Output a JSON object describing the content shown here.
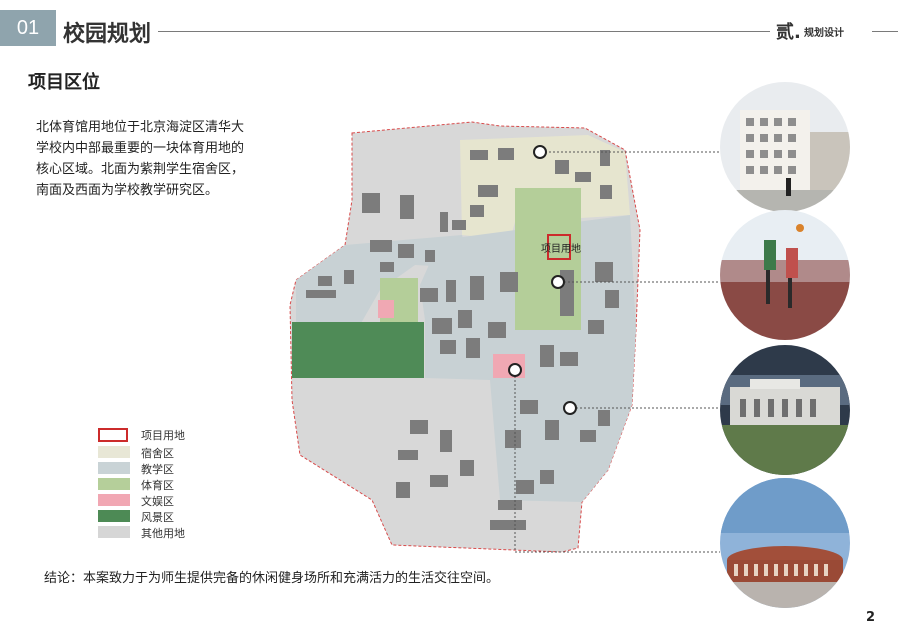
{
  "header": {
    "chapter_number": "01",
    "chapter_title": "校园规划",
    "section_mark": "贰.",
    "section_title": "规划设计"
  },
  "section": {
    "title": "项目区位",
    "description": "北体育馆用地位于北京海淀区清华大学校内中部最重要的一块体育用地的核心区域。北面为紫荆学生宿舍区，南面及西面为学校教学研究区。"
  },
  "map": {
    "project_label": "项目用地"
  },
  "legend": [
    {
      "label": "项目用地",
      "color": "#cc2b2b",
      "style": "outline"
    },
    {
      "label": "宿舍区",
      "color": "#e8e7d6",
      "style": "fill"
    },
    {
      "label": "教学区",
      "color": "#c9d3d6",
      "style": "fill"
    },
    {
      "label": "体育区",
      "color": "#b5cf9a",
      "style": "fill"
    },
    {
      "label": "文娱区",
      "color": "#f1a7b3",
      "style": "fill"
    },
    {
      "label": "风景区",
      "color": "#4d8a55",
      "style": "fill"
    },
    {
      "label": "其他用地",
      "color": "#d6d6d6",
      "style": "fill"
    }
  ],
  "conclusion": "结论：本案致力于为师生提供完备的休闲健身场所和充满活力的生活交往空间。",
  "photos": [
    {
      "name": "dormitory-building-photo"
    },
    {
      "name": "basketball-players-photo"
    },
    {
      "name": "sports-hall-photo"
    },
    {
      "name": "stadium-photo"
    }
  ],
  "page_number": "2"
}
